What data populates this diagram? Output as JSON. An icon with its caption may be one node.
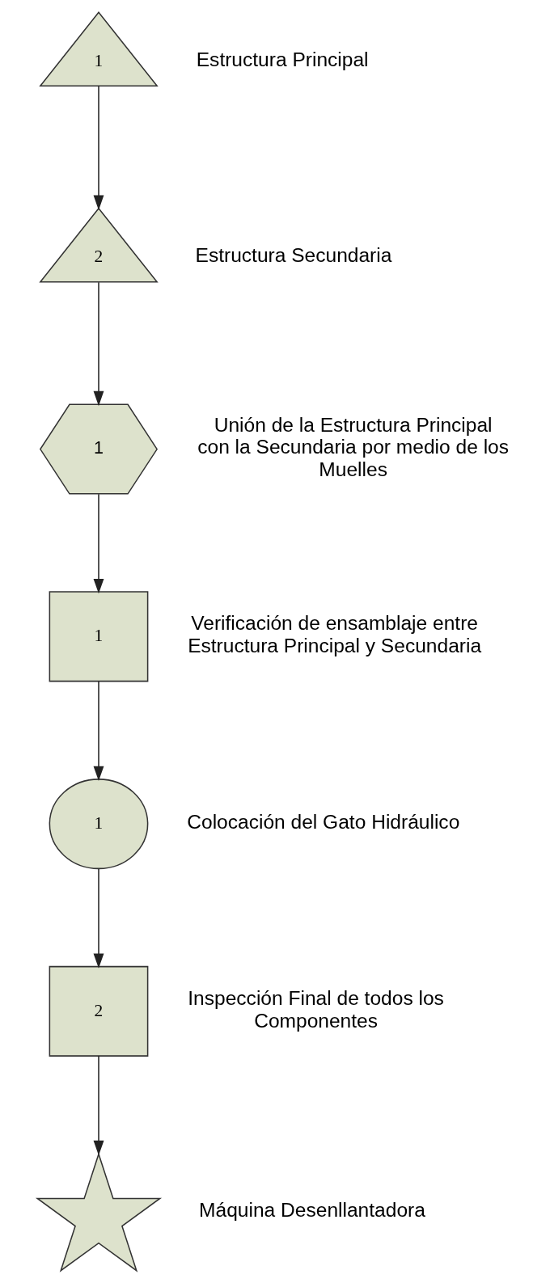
{
  "diagram": {
    "nodes": [
      {
        "text": [
          "1"
        ],
        "beside": [
          "Estructura Principal"
        ]
      },
      {
        "text": [
          "2"
        ],
        "beside": [
          "Estructura Secundaria"
        ]
      },
      {
        "text": [
          "1"
        ],
        "beside": [
          "Unión de la Estructura Principal con la Secundaria por medio de los Muelles"
        ]
      },
      {
        "text": [
          "1"
        ],
        "beside": [
          "Verificación de ensamblaje entre Estructura Principal y Secundaria"
        ]
      },
      {
        "text": [
          "1"
        ],
        "beside": [
          "Colocación del Gato Hidráulico"
        ]
      },
      {
        "text": [
          "2"
        ],
        "beside": [
          "Inspección Final de todos los Componentes"
        ]
      },
      {
        "text": [],
        "shape": "star",
        "beside": [
          "Máquina Desenllantadora"
        ]
      }
    ],
    "edges": [
      {
        "from": 0,
        "to": 1,
        "arrow": "to"
      },
      {
        "from": 1,
        "to": 2,
        "arrow": "to"
      },
      {
        "from": 2,
        "to": 3,
        "arrow": "to"
      },
      {
        "from": 3,
        "to": 4,
        "arrow": "to"
      },
      {
        "from": 4,
        "to": 5,
        "arrow": "to"
      },
      {
        "from": 5,
        "to": 6,
        "arrow": "to"
      }
    ]
  }
}
